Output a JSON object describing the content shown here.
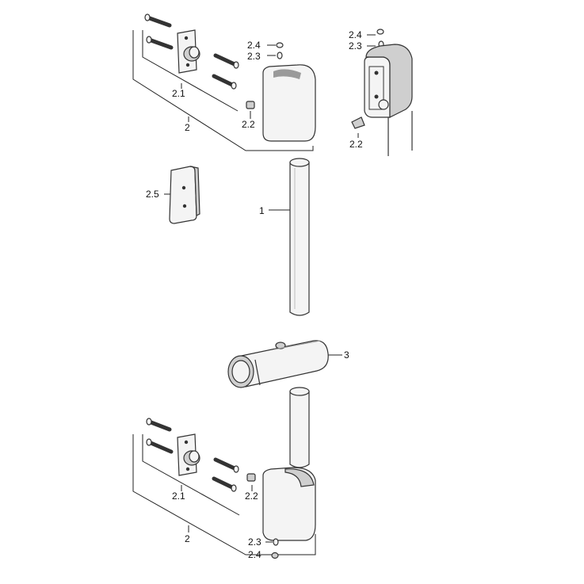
{
  "labels": {
    "top_2_4": "2.4",
    "top_2_3": "2.3",
    "top_2_1": "2.1",
    "top_2_2": "2.2",
    "top_2": "2",
    "inset_2_4": "2.4",
    "inset_2_3": "2.3",
    "inset_2_2": "2.2",
    "plate_2_5": "2.5",
    "rail_1": "1",
    "slider_3": "3",
    "bot_2_1": "2.1",
    "bot_2_2": "2.2",
    "bot_2": "2",
    "bot_2_3": "2.3",
    "bot_2_4": "2.4"
  }
}
